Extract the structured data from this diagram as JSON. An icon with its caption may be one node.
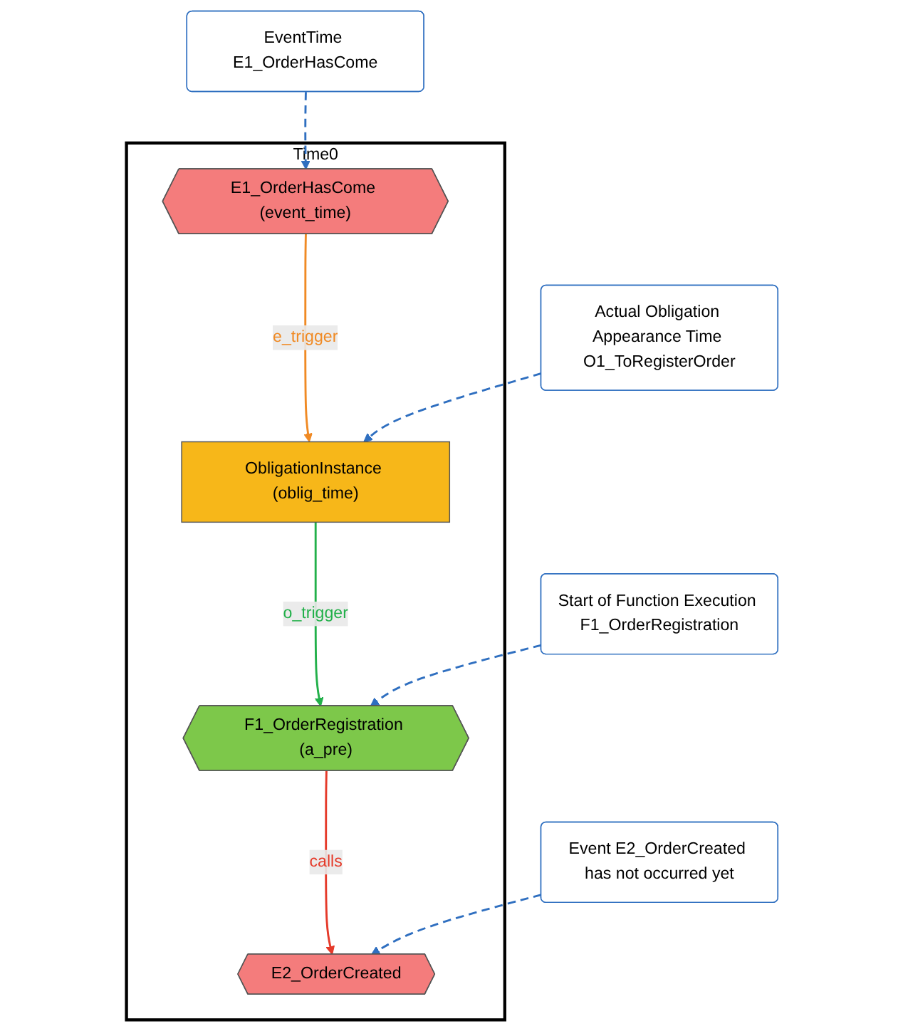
{
  "diagram": {
    "nodes": [
      {
        "text": [
          "Time0"
        ]
      },
      {
        "text": [
          "E1_OrderHasCome (event_time)"
        ],
        "in": 0
      },
      {
        "text": [
          "ObligationInstance (oblig_time)"
        ],
        "in": 0
      },
      {
        "text": [
          "F1_OrderRegistration (a_pre)"
        ],
        "in": 0
      },
      {
        "text": [
          "E2_OrderCreated"
        ],
        "in": 0
      },
      {
        "text": [
          "EventTime E1_OrderHasCome"
        ]
      },
      {
        "text": [
          "Actual Obligation Appearance Time O1_ToRegisterOrder"
        ]
      },
      {
        "text": [
          "Start of Function Execution F1_OrderRegistration"
        ]
      },
      {
        "text": [
          "Event E2_OrderCreated has not occurred yet"
        ]
      }
    ],
    "edges": [
      {
        "from": 1,
        "to": 2,
        "arrow": "to",
        "label": "e_trigger",
        "color": "#f08a24"
      },
      {
        "from": 2,
        "to": 3,
        "arrow": "to",
        "label": "o_trigger",
        "color": "#22b04a"
      },
      {
        "from": 3,
        "to": 4,
        "arrow": "to",
        "label": "calls",
        "color": "#e53a2a"
      },
      {
        "from": 5,
        "to": 1,
        "arrow": "to",
        "style": "dashed"
      },
      {
        "from": 6,
        "to": 2,
        "arrow": "to",
        "style": "dashed"
      },
      {
        "from": 7,
        "to": 3,
        "arrow": "to",
        "style": "dashed"
      },
      {
        "from": 8,
        "to": 4,
        "arrow": "to",
        "style": "dashed"
      }
    ]
  }
}
